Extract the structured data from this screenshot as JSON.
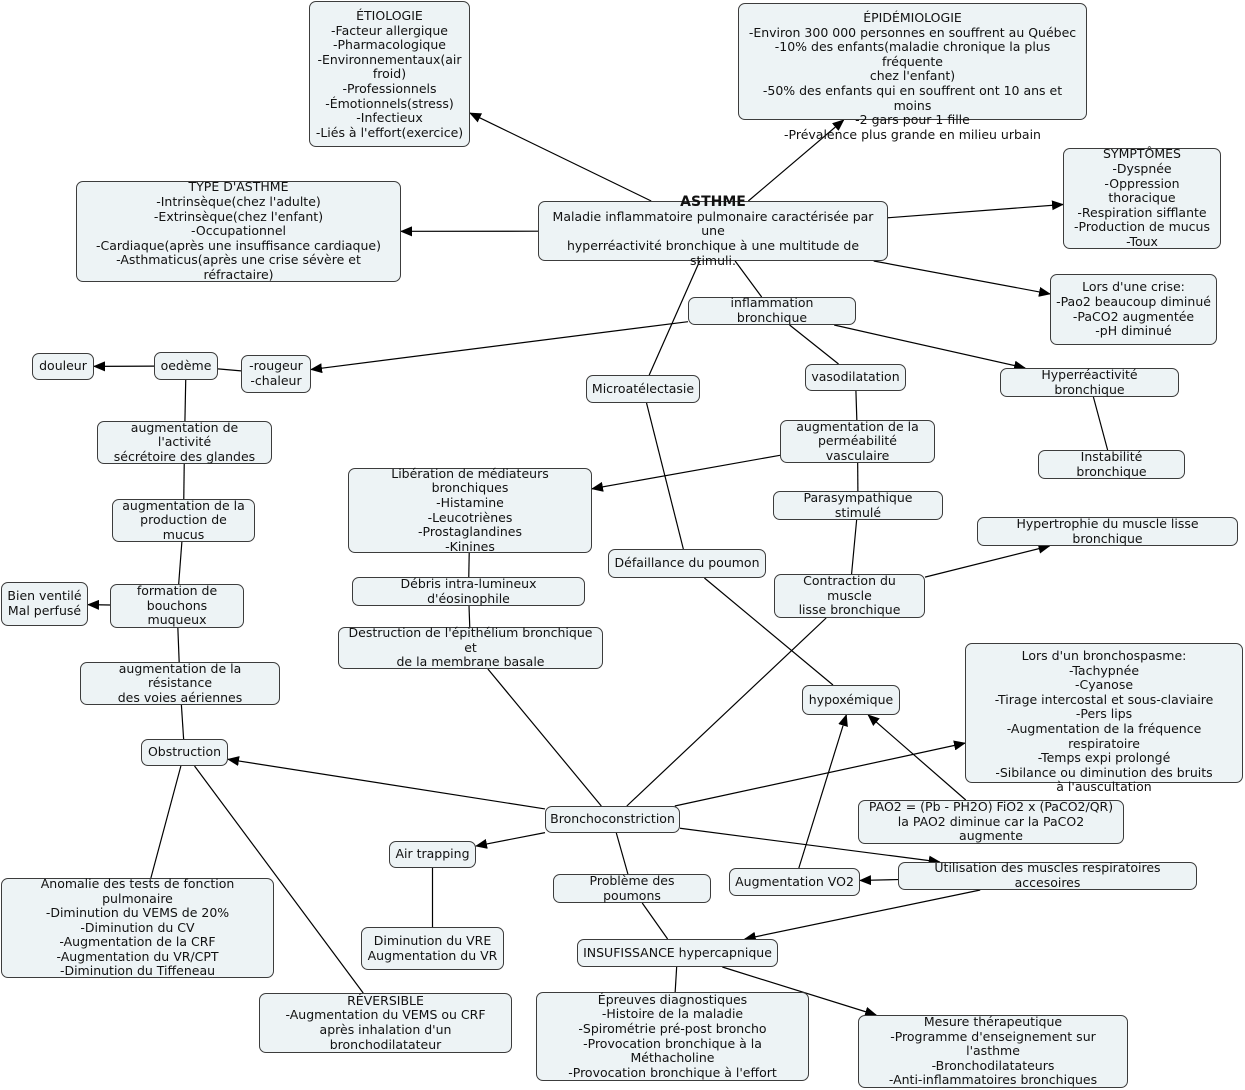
{
  "map": {
    "nodes": {
      "asthme": {
        "title": "ASTHME",
        "text": "Maladie inflammatoire pulmonaire caractérisée par une\nhyperréactivité bronchique à une multitude de stimuli."
      },
      "etiologie": {
        "text": "ÉTIOLOGIE\n-Facteur allergique\n-Pharmacologique\n-Environnementaux(air\nfroid)\n-Professionnels\n-Émotionnels(stress)\n-Infectieux\n-Liés à l'effort(exercice)"
      },
      "epidemiologie": {
        "text": "ÉPIDÉMIOLOGIE\n-Environ 300 000 personnes en souffrent au Québec\n-10% des enfants(maladie chronique la plus fréquente\nchez l'enfant)\n-50% des enfants qui en souffrent ont 10 ans et moins\n-2 gars pour 1 fille\n-Prévalence plus grande en milieu urbain"
      },
      "symptomes": {
        "text": "SYMPTÔMES\n-Dyspnée\n-Oppression thoracique\n-Respiration sifflante\n-Production de mucus\n-Toux"
      },
      "type": {
        "text": "TYPE D'ASTHME\n-Intrinsèque(chez l'adulte)\n-Extrinsèque(chez l'enfant)\n-Occupationnel\n-Cardiaque(après une insuffisance cardiaque)\n-Asthmaticus(après une crise sévère et réfractaire)"
      },
      "crise": {
        "text": "Lors d'une crise:\n-Pao2 beaucoup diminué\n-PaCO2 augmentée\n-pH diminué"
      },
      "inflammation": {
        "text": "inflammation bronchique"
      },
      "oedeme": {
        "text": "oedème"
      },
      "douleur": {
        "text": "douleur"
      },
      "rougeur": {
        "text": "-rougeur\n-chaleur"
      },
      "microatelectasie": {
        "text": "Microatélectasie"
      },
      "vasodilatation": {
        "text": "vasodilatation"
      },
      "hyperreactivite": {
        "text": "Hyperréactivité bronchique"
      },
      "instabilite": {
        "text": "Instabilité bronchique"
      },
      "activite_secretoire": {
        "text": "augmentation de l'activité\nsécrétoire des glandes"
      },
      "permeabilite": {
        "text": "augmentation de la\nperméabilité vasculaire"
      },
      "mediateurs": {
        "text": "Libération de médiateurs bronchiques\n-Histamine\n-Leucotriènes\n-Prostaglandines\n-Kinines"
      },
      "parasympathique": {
        "text": "Parasympathique stimulé"
      },
      "hypertrophie": {
        "text": "Hypertrophie du muscle lisse bronchique"
      },
      "production_mucus": {
        "text": "augmentation de la\nproduction de mucus"
      },
      "defaillance": {
        "text": "Défaillance du poumon"
      },
      "contraction": {
        "text": "Contraction du muscle\nlisse bronchique"
      },
      "bien_ventile": {
        "text": "Bien ventilé\nMal perfusé"
      },
      "bouchons": {
        "text": "formation de\nbouchons muqueux"
      },
      "debris": {
        "text": "Débris intra-lumineux d'éosinophile"
      },
      "destruction": {
        "text": "Destruction de l'épithélium bronchique et\nde la membrane basale"
      },
      "bronchospasme": {
        "text": "Lors d'un bronchospasme:\n-Tachypnée\n-Cyanose\n-Tirage intercostal et sous-claviaire\n-Pers lips\n-Augmentation de la fréquence respiratoire\n-Temps expi prolongé\n-Sibilance ou diminution des bruits\nà l'auscultation"
      },
      "resistance": {
        "text": "augmentation de la résistance\ndes voies aériennes"
      },
      "hypoxemique": {
        "text": "hypoxémique"
      },
      "obstruction": {
        "text": "Obstruction"
      },
      "pao2": {
        "text": "PAO2 = (Pb - PH2O) FiO2 x (PaCO2/QR)\nla PAO2 diminue car la PaCO2 augmente"
      },
      "bronchoconstriction": {
        "text": "Bronchoconstriction"
      },
      "air_trapping": {
        "text": "Air trapping"
      },
      "utilisation_muscles": {
        "text": "Utilisation des muscles respiratoires accesoires"
      },
      "augmentation_vo2": {
        "text": "Augmentation VO2"
      },
      "probleme_poumons": {
        "text": "Problème des poumons"
      },
      "anomalie": {
        "text": "Anomalie des tests de fonction pulmonaire\n-Diminution du VEMS de 20%\n-Diminution du CV\n-Augmentation de la CRF\n-Augmentation  du VR/CPT\n-Diminution du Tiffeneau"
      },
      "diminution_vre": {
        "text": "Diminution du VRE\nAugmentation du VR"
      },
      "insuffisance": {
        "text": "INSUFISSANCE hypercapnique"
      },
      "reversible": {
        "text": "RÉVERSIBLE\n-Augmentation du VEMS ou CRF\naprès inhalation d'un bronchodilatateur"
      },
      "epreuves": {
        "text": "Épreuves diagnostiques\n-Histoire de la maladie\n-Spirométrie pré-post broncho\n-Provocation bronchique à la Méthacholine\n-Provocation bronchique à l'effort"
      },
      "mesure": {
        "text": "Mesure thérapeutique\n-Programme d'enseignement sur l'asthme\n-Bronchodilatateurs\n-Anti-inflammatoires bronchiques"
      }
    },
    "edges": [
      {
        "from": "asthme",
        "to": "etiologie",
        "arrow": true
      },
      {
        "from": "asthme",
        "to": "epidemiologie",
        "arrow": true
      },
      {
        "from": "asthme",
        "to": "symptomes",
        "arrow": true
      },
      {
        "from": "asthme",
        "to": "type",
        "arrow": true
      },
      {
        "from": "asthme",
        "to": "crise",
        "arrow": true
      },
      {
        "from": "asthme",
        "to": "inflammation",
        "arrow": false
      },
      {
        "from": "asthme",
        "to": "microatelectasie",
        "arrow": false
      },
      {
        "from": "inflammation",
        "to": "rougeur",
        "arrow": true
      },
      {
        "from": "inflammation",
        "to": "vasodilatation",
        "arrow": false
      },
      {
        "from": "inflammation",
        "to": "hyperreactivite",
        "arrow": true
      },
      {
        "from": "rougeur",
        "to": "oedeme",
        "arrow": false
      },
      {
        "from": "oedeme",
        "to": "douleur",
        "arrow": true
      },
      {
        "from": "oedeme",
        "to": "activite_secretoire",
        "arrow": false
      },
      {
        "from": "activite_secretoire",
        "to": "production_mucus",
        "arrow": false
      },
      {
        "from": "production_mucus",
        "to": "bouchons",
        "arrow": false
      },
      {
        "from": "bouchons",
        "to": "bien_ventile",
        "arrow": true
      },
      {
        "from": "bouchons",
        "to": "resistance",
        "arrow": false
      },
      {
        "from": "resistance",
        "to": "obstruction",
        "arrow": false
      },
      {
        "from": "obstruction",
        "to": "anomalie",
        "arrow": false
      },
      {
        "from": "obstruction",
        "to": "reversible",
        "arrow": false
      },
      {
        "from": "hyperreactivite",
        "to": "instabilite",
        "arrow": false
      },
      {
        "from": "vasodilatation",
        "to": "permeabilite",
        "arrow": false
      },
      {
        "from": "permeabilite",
        "to": "mediateurs",
        "arrow": true
      },
      {
        "from": "permeabilite",
        "to": "parasympathique",
        "arrow": false
      },
      {
        "from": "parasympathique",
        "to": "contraction",
        "arrow": false
      },
      {
        "from": "contraction",
        "to": "hypertrophie",
        "arrow": true
      },
      {
        "from": "contraction",
        "to": "bronchoconstriction",
        "arrow": false
      },
      {
        "from": "mediateurs",
        "to": "debris",
        "arrow": false
      },
      {
        "from": "debris",
        "to": "destruction",
        "arrow": false
      },
      {
        "from": "destruction",
        "to": "bronchoconstriction",
        "arrow": false
      },
      {
        "from": "microatelectasie",
        "to": "defaillance",
        "arrow": false
      },
      {
        "from": "defaillance",
        "to": "hypoxemique",
        "arrow": false
      },
      {
        "from": "bronchoconstriction",
        "to": "obstruction",
        "arrow": true
      },
      {
        "from": "bronchoconstriction",
        "to": "bronchospasme",
        "arrow": true
      },
      {
        "from": "bronchoconstriction",
        "to": "air_trapping",
        "arrow": true
      },
      {
        "from": "bronchoconstriction",
        "to": "utilisation_muscles",
        "arrow": true
      },
      {
        "from": "bronchoconstriction",
        "to": "probleme_poumons",
        "arrow": false
      },
      {
        "from": "air_trapping",
        "to": "diminution_vre",
        "arrow": false
      },
      {
        "from": "utilisation_muscles",
        "to": "augmentation_vo2",
        "arrow": true
      },
      {
        "from": "utilisation_muscles",
        "to": "insuffisance",
        "arrow": true
      },
      {
        "from": "augmentation_vo2",
        "to": "hypoxemique",
        "arrow": true
      },
      {
        "from": "pao2",
        "to": "hypoxemique",
        "arrow": true
      },
      {
        "from": "probleme_poumons",
        "to": "insuffisance",
        "arrow": false
      },
      {
        "from": "insuffisance",
        "to": "epreuves",
        "arrow": false
      },
      {
        "from": "insuffisance",
        "to": "mesure",
        "arrow": true
      }
    ]
  }
}
